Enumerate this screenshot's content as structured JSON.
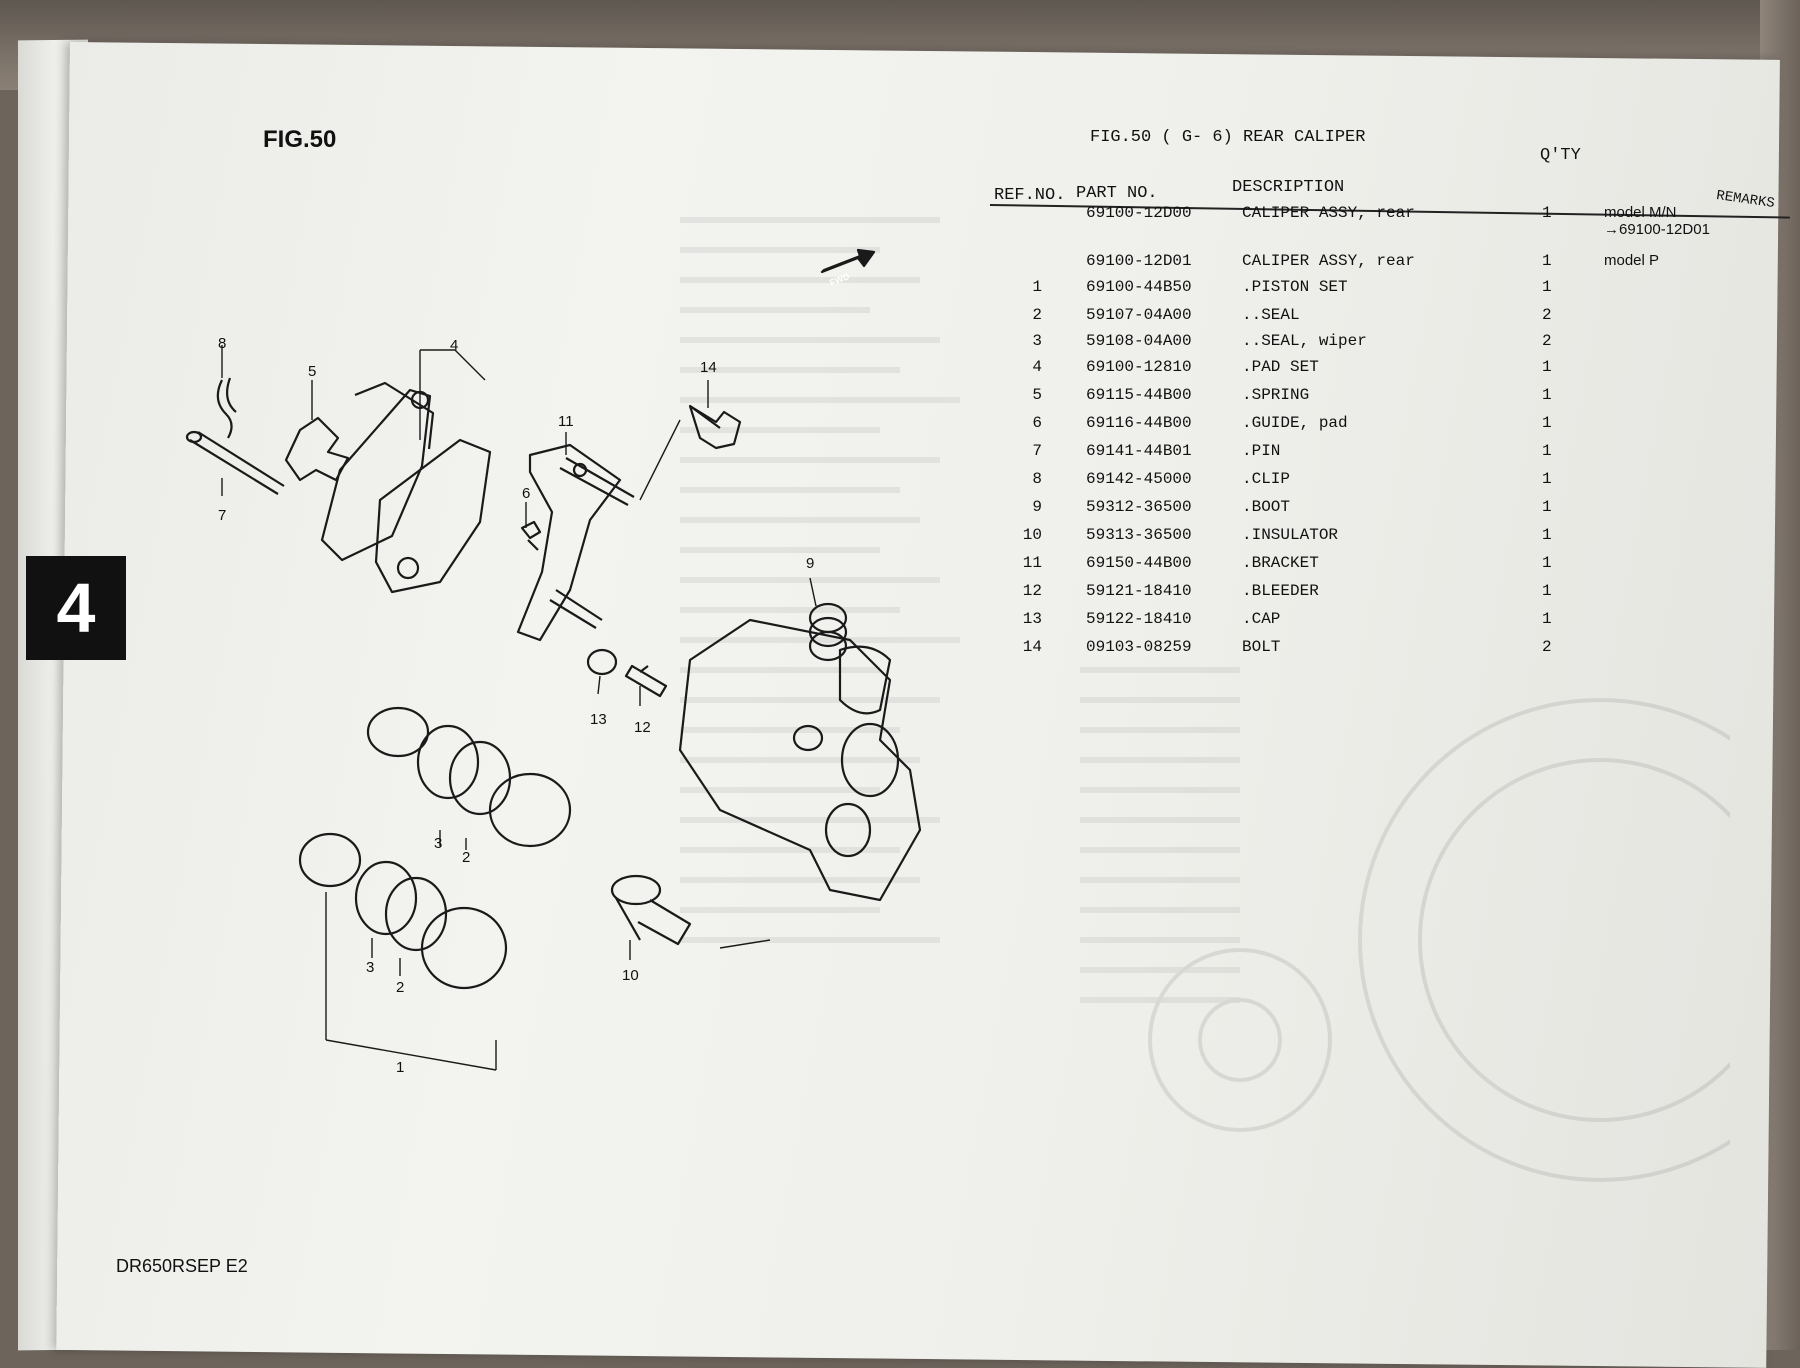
{
  "figure_label": "FIG.50",
  "section_number": "4",
  "footer_model": "DR650RSEP E2",
  "fwd_label": "FWD",
  "title": "FIG.50 (  G- 6) REAR CALIPER",
  "headers": {
    "ref_no": "REF.NO.",
    "part_no": "PART NO.",
    "description": "DESCRIPTION",
    "qty": "Q'TY",
    "remarks": "REMARKS"
  },
  "parts": [
    {
      "ref": "",
      "part": "69100-12D00",
      "desc": "CALIPER ASSY, rear",
      "qty": "1",
      "remark": "model M/N",
      "remark2": "→69100-12D01"
    },
    {
      "ref": "",
      "part": "69100-12D01",
      "desc": "CALIPER ASSY, rear",
      "qty": "1",
      "remark": "model P",
      "remark2": ""
    },
    {
      "ref": "1",
      "part": "69100-44B50",
      "desc": ".PISTON SET",
      "qty": "1",
      "remark": "",
      "remark2": ""
    },
    {
      "ref": "2",
      "part": "59107-04A00",
      "desc": "..SEAL",
      "qty": "2",
      "remark": "",
      "remark2": ""
    },
    {
      "ref": "3",
      "part": "59108-04A00",
      "desc": "..SEAL, wiper",
      "qty": "2",
      "remark": "",
      "remark2": ""
    },
    {
      "ref": "4",
      "part": "69100-12810",
      "desc": ".PAD SET",
      "qty": "1",
      "remark": "",
      "remark2": ""
    },
    {
      "ref": "5",
      "part": "69115-44B00",
      "desc": ".SPRING",
      "qty": "1",
      "remark": "",
      "remark2": ""
    },
    {
      "ref": "6",
      "part": "69116-44B00",
      "desc": ".GUIDE, pad",
      "qty": "1",
      "remark": "",
      "remark2": ""
    },
    {
      "ref": "7",
      "part": "69141-44B01",
      "desc": ".PIN",
      "qty": "1",
      "remark": "",
      "remark2": ""
    },
    {
      "ref": "8",
      "part": "69142-45000",
      "desc": ".CLIP",
      "qty": "1",
      "remark": "",
      "remark2": ""
    },
    {
      "ref": "9",
      "part": "59312-36500",
      "desc": ".BOOT",
      "qty": "1",
      "remark": "",
      "remark2": ""
    },
    {
      "ref": "10",
      "part": "59313-36500",
      "desc": ".INSULATOR",
      "qty": "1",
      "remark": "",
      "remark2": ""
    },
    {
      "ref": "11",
      "part": "69150-44B00",
      "desc": ".BRACKET",
      "qty": "1",
      "remark": "",
      "remark2": ""
    },
    {
      "ref": "12",
      "part": "59121-18410",
      "desc": ".BLEEDER",
      "qty": "1",
      "remark": "",
      "remark2": ""
    },
    {
      "ref": "13",
      "part": "59122-18410",
      "desc": ".CAP",
      "qty": "1",
      "remark": "",
      "remark2": ""
    },
    {
      "ref": "14",
      "part": "09103-08259",
      "desc": "BOLT",
      "qty": "2",
      "remark": "",
      "remark2": ""
    }
  ],
  "callouts": [
    "1",
    "2",
    "3",
    "2",
    "3",
    "4",
    "5",
    "6",
    "7",
    "8",
    "9",
    "10",
    "11",
    "12",
    "13",
    "14"
  ]
}
